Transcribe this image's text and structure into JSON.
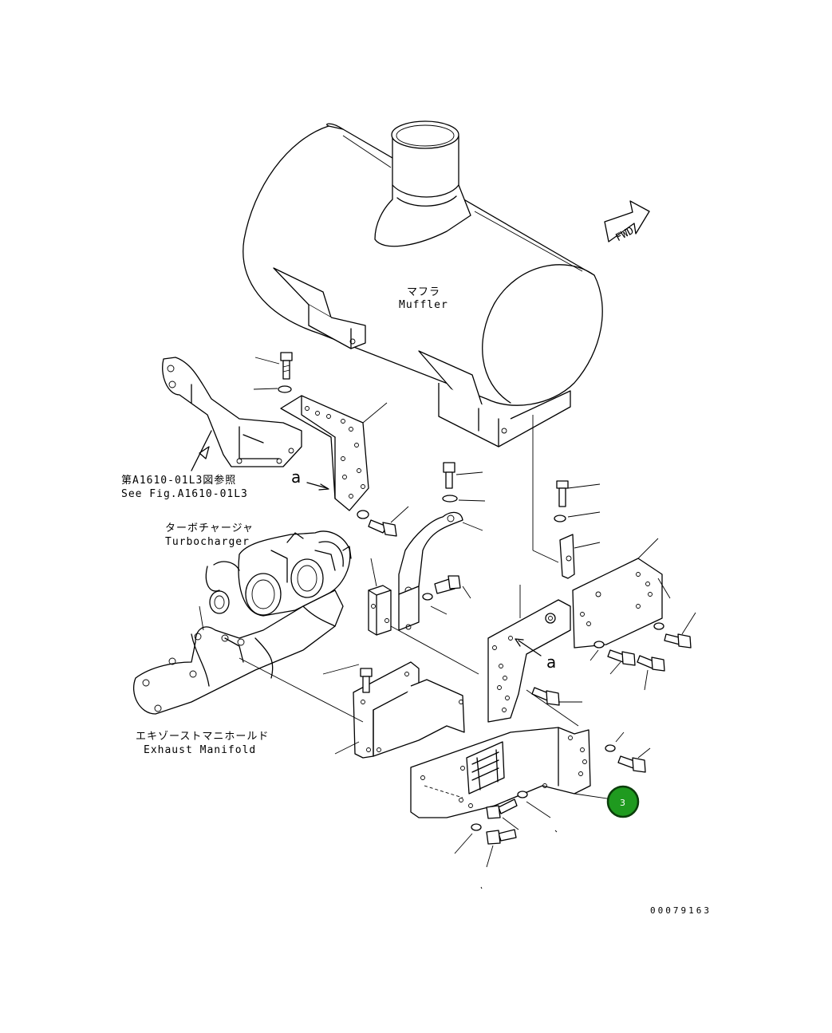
{
  "labels": {
    "muffler_jp": "マフラ",
    "muffler_en": "Muffler",
    "ref_jp": "第A1610-01L3図参照",
    "ref_en": "See Fig.A1610-01L3",
    "turbo_jp": "ターボチャージャ",
    "turbo_en": "Turbocharger",
    "manifold_jp": "エキゾーストマニホールド",
    "manifold_en": "Exhaust Manifold",
    "view_a_left": "a",
    "view_a_right": "a",
    "fwd": "FWD",
    "drawing_number": "00079163"
  },
  "callout": {
    "number": "3",
    "color": "#1f9a1f",
    "border_color": "#0b3d0b"
  }
}
